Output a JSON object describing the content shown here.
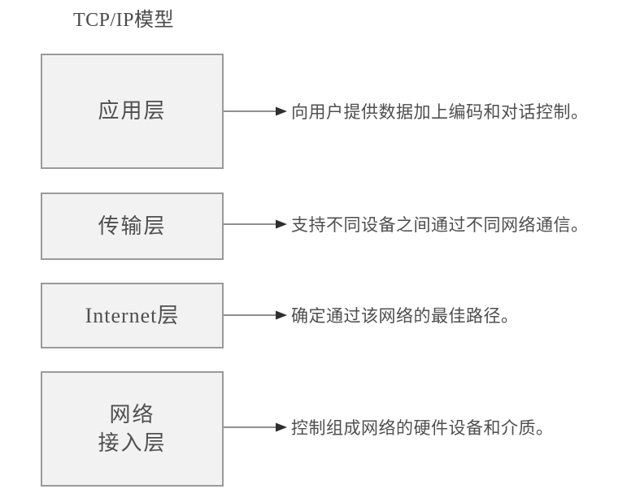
{
  "diagram": {
    "title": "TCP/IP模型",
    "background_color": "#ffffff",
    "box_fill_color": "#f2f2f2",
    "box_border_color": "#9a9a9a",
    "text_color": "#4f4f4f",
    "arrow_color": "#6b6b6b",
    "layers": [
      {
        "name": "应用层",
        "description": "向用户提供数据加上编码和对话控制。",
        "arrow": "arrow-right"
      },
      {
        "name": "传输层",
        "description": "支持不同设备之间通过不同网络通信。",
        "arrow": "arrow-right"
      },
      {
        "name": "Internet层",
        "description": "确定通过该网络的最佳路径。",
        "arrow": "arrow-right"
      },
      {
        "name": "网络\n接入层",
        "description": "控制组成网络的硬件设备和介质。",
        "arrow": "arrow-right"
      }
    ]
  }
}
